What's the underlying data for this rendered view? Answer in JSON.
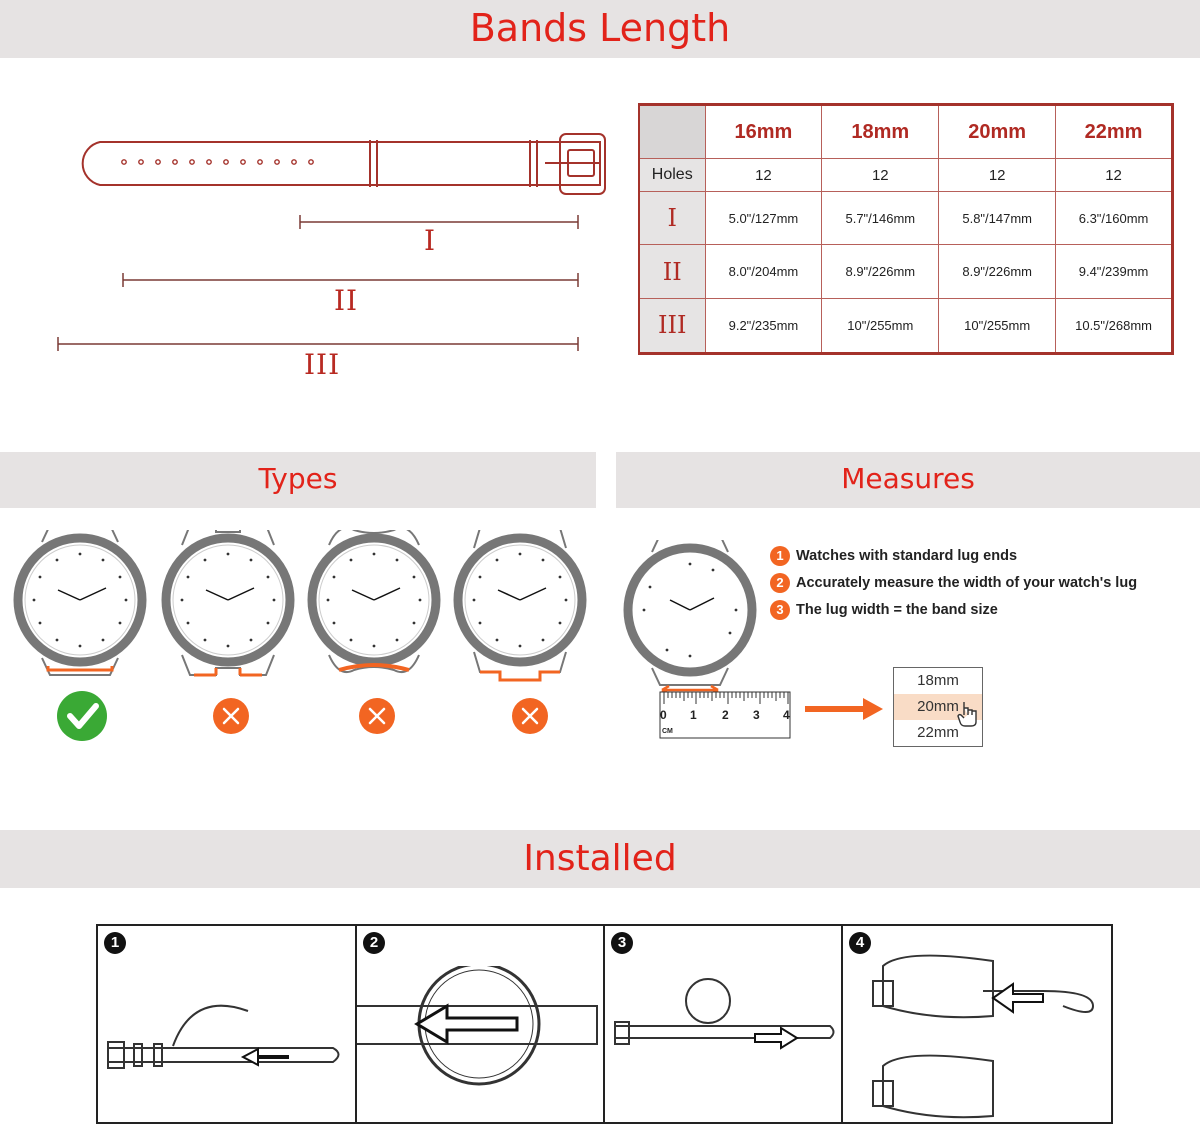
{
  "banners": {
    "bands_length": "Bands Length",
    "types": "Types",
    "measures": "Measures",
    "installed": "Installed"
  },
  "lengths": {
    "labels": [
      "I",
      "II",
      "III"
    ]
  },
  "table": {
    "columns": [
      "16mm",
      "18mm",
      "20mm",
      "22mm"
    ],
    "holes_label": "Holes",
    "holes": [
      "12",
      "12",
      "12",
      "12"
    ],
    "rows": [
      {
        "label": "I",
        "values": [
          "5.0\"/127mm",
          "5.7\"/146mm",
          "5.8\"/147mm",
          "6.3\"/160mm"
        ]
      },
      {
        "label": "II",
        "values": [
          "8.0\"/204mm",
          "8.9\"/226mm",
          "8.9\"/226mm",
          "9.4\"/239mm"
        ]
      },
      {
        "label": "III",
        "values": [
          "9.2\"/235mm",
          "10\"/255mm",
          "10\"/255mm",
          "10.5\"/268mm"
        ]
      }
    ]
  },
  "measures": {
    "steps": [
      {
        "num": "1",
        "text": "Watches with standard lug ends"
      },
      {
        "num": "2",
        "text": "Accurately measure the width of your watch's lug"
      },
      {
        "num": "3",
        "text": "The lug width = the band size"
      }
    ],
    "ruler": {
      "ticks": [
        "0",
        "1",
        "2",
        "3",
        "4"
      ],
      "unit": "CM"
    },
    "sizes": [
      "18mm",
      "20mm",
      "22mm"
    ],
    "selected_size": "20mm"
  },
  "installed": {
    "steps": [
      "1",
      "2",
      "3",
      "4"
    ]
  },
  "colors": {
    "accent": "#e2231a",
    "orange": "#f26522",
    "green": "#3aa935",
    "banner_bg": "#e6e3e3"
  }
}
